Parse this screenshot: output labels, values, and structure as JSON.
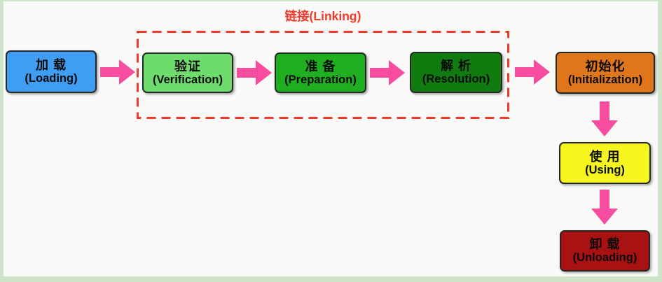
{
  "frame": {
    "background": "#f9f9f7",
    "border_color": "#cfe5c9"
  },
  "linking": {
    "label": "链接(Linking)",
    "color": "#f23a2c"
  },
  "arrow": {
    "color": "#f84d9e"
  },
  "stages": [
    {
      "id": "loading",
      "zh": "加 载",
      "en": "(Loading)",
      "fill": "#3f9df2"
    },
    {
      "id": "verification",
      "zh": "验证",
      "en": "(Verification)",
      "fill": "#6ddc6d"
    },
    {
      "id": "preparation",
      "zh": "准 备",
      "en": "(Preparation)",
      "fill": "#1fae1f"
    },
    {
      "id": "resolution",
      "zh": "解 析",
      "en": "(Resolution)",
      "fill": "#107c10"
    },
    {
      "id": "initialization",
      "zh": "初始化",
      "en": "(Initialization)",
      "fill": "#e0761c"
    },
    {
      "id": "using",
      "zh": "使 用",
      "en": "(Using)",
      "fill": "#f6f61e"
    },
    {
      "id": "unloading",
      "zh": "卸 载",
      "en": "(Unloading)",
      "fill": "#a91212"
    }
  ]
}
